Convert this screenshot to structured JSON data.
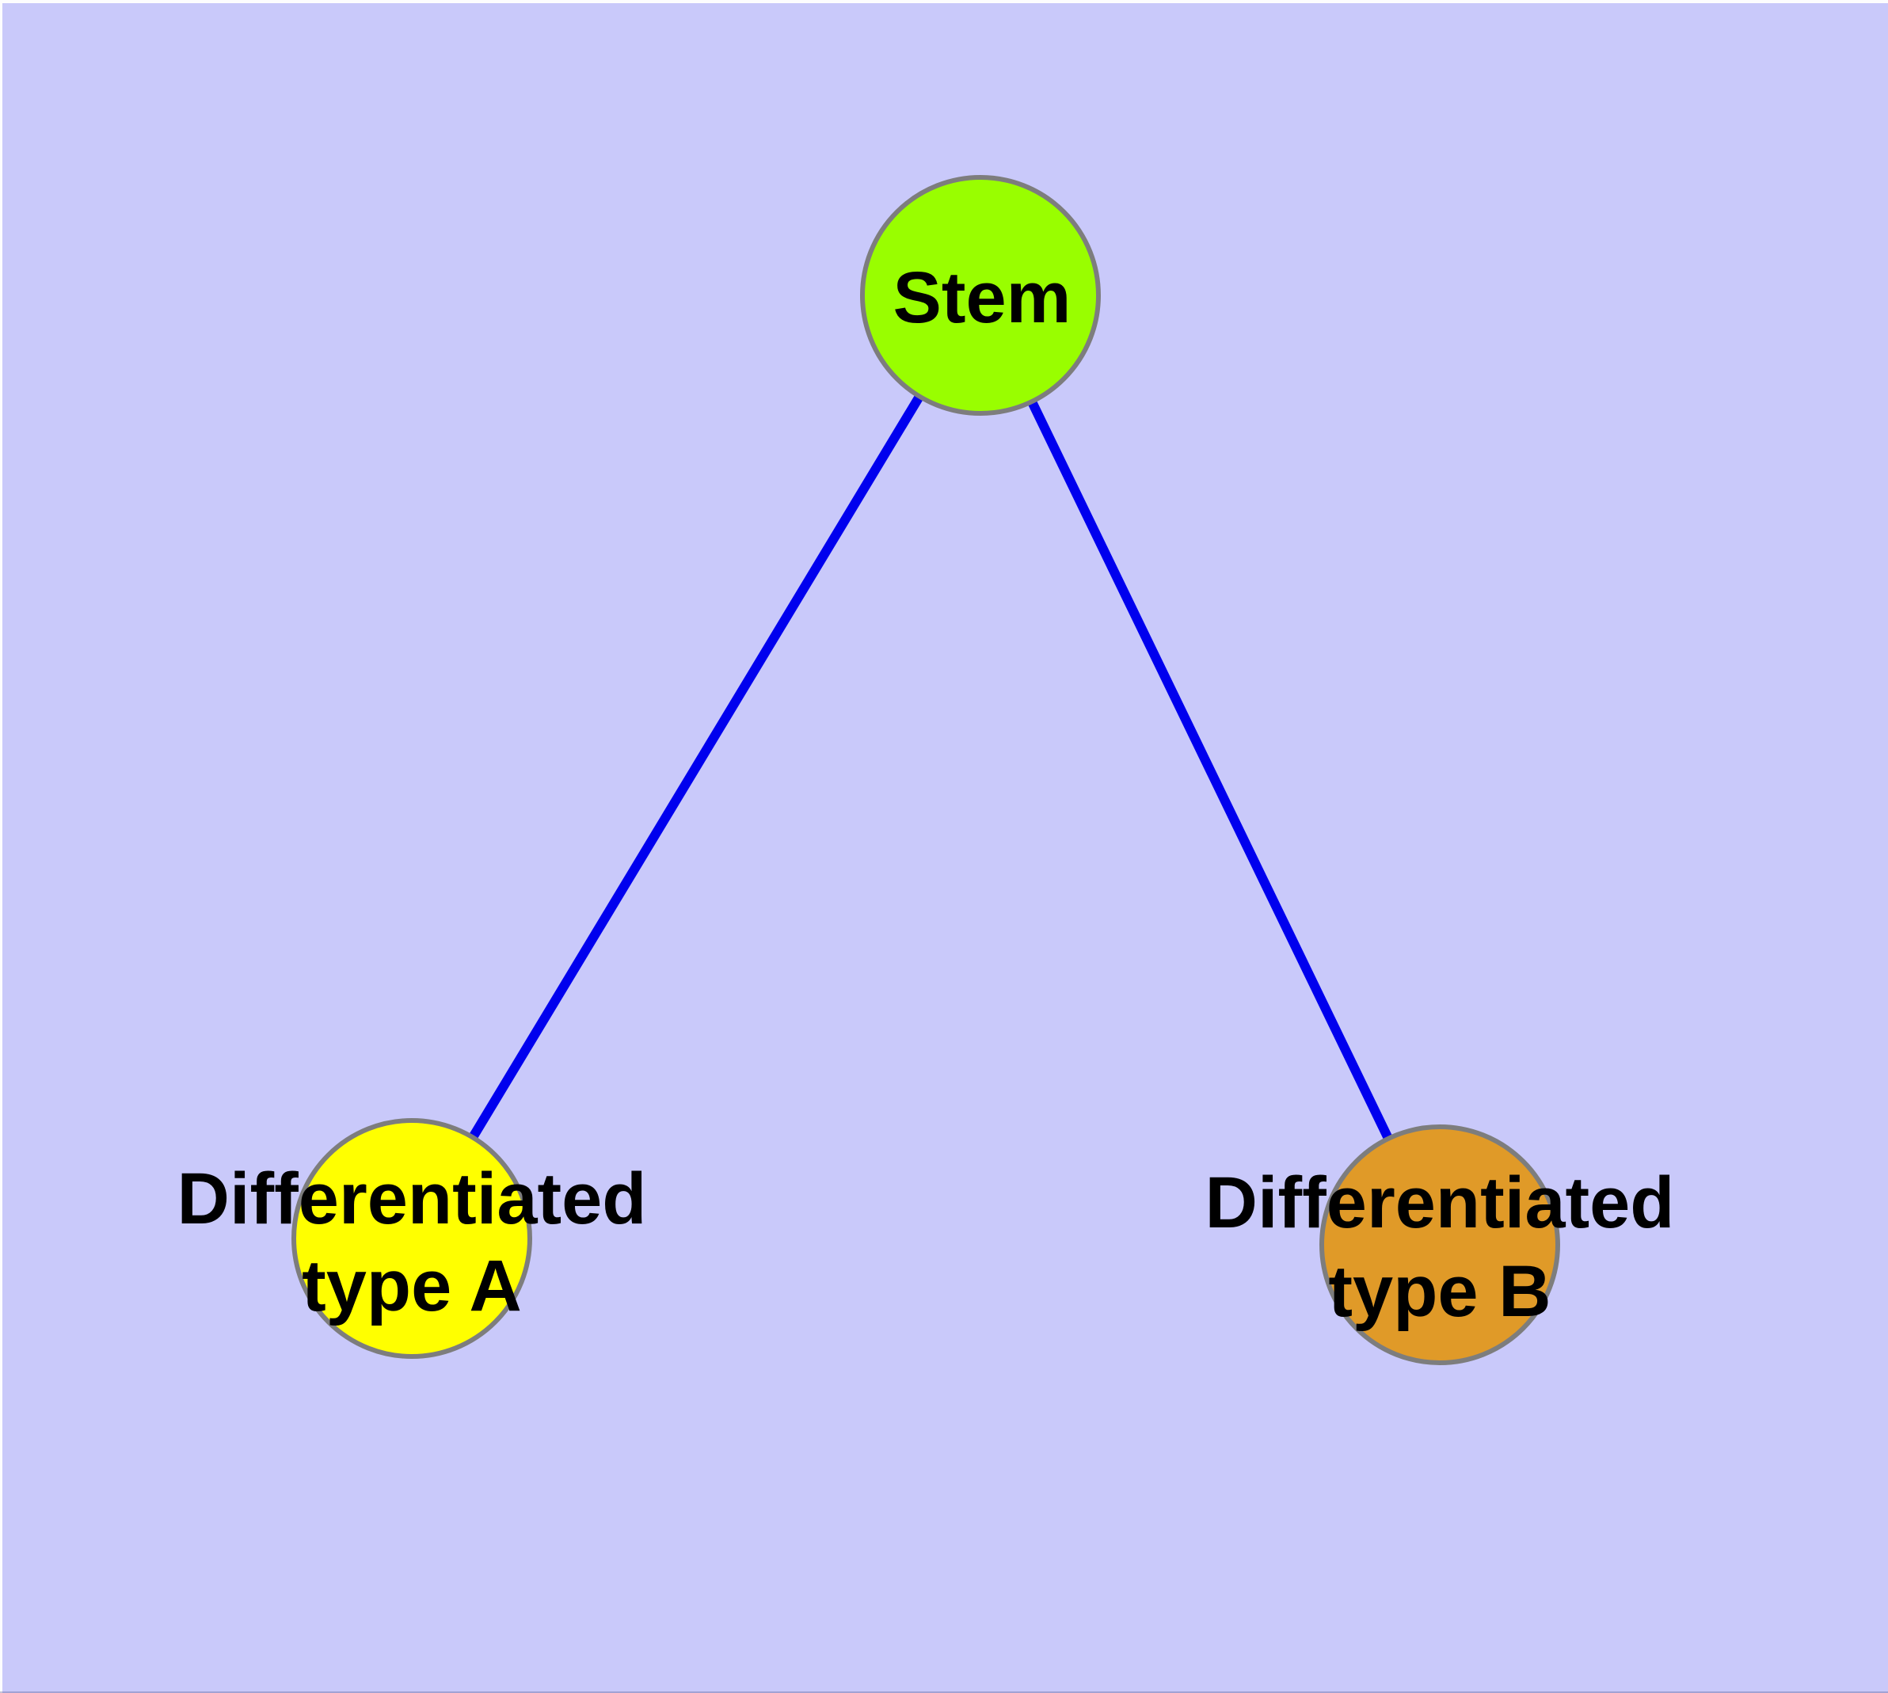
{
  "diagram": {
    "type": "node-link-graph",
    "background_color": "#C9C9FA",
    "edge_color": "#0000EE",
    "node_border_color": "#7D7D7D",
    "label_color": "#000000",
    "nodes": [
      {
        "id": "stem",
        "label": "Stem",
        "fill": "#99FE00"
      },
      {
        "id": "differentiated-type-a",
        "label_line1": "Differentiated",
        "label_line2": "type A",
        "fill": "#FFFF00"
      },
      {
        "id": "differentiated-type-b",
        "label_line1": "Differentiated",
        "label_line2": "type B",
        "fill": "#E09A28"
      }
    ],
    "edges": [
      {
        "from": "Stem",
        "to": "Differentiated type A"
      },
      {
        "from": "Stem",
        "to": "Differentiated type B"
      }
    ]
  }
}
